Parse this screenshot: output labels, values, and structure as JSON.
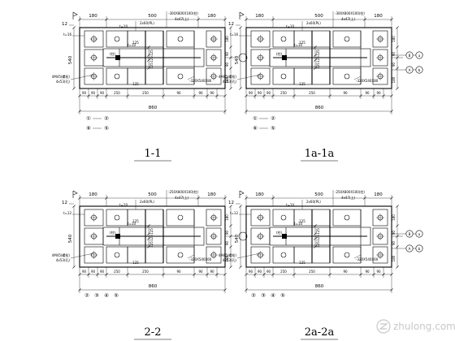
{
  "panels": [
    {
      "title": "1-1",
      "dims_top": [
        "180",
        "500",
        "180"
      ],
      "dims_bottom_detail": [
        "90",
        "90",
        "90",
        "250",
        "250",
        "90",
        "90",
        "90"
      ],
      "dim_total": "860",
      "dim_left": "540",
      "dims_right": [
        "180",
        "90",
        "90",
        "180"
      ],
      "dims_center": [
        "125",
        "125",
        "125"
      ],
      "top_elev": "12",
      "callouts": {
        "top_right": "-300X800X100(柱)",
        "top_right_b": "4x47(上)",
        "plate_mid": "2x60(PL)",
        "stiff_a": "t=10",
        "stiff_b": "t=10",
        "plate_left": "t=16",
        "web_mark": "(柱)",
        "bolt_note": "4M45(螺栓)",
        "bolt_note2": "4x53(孔)",
        "bottom_right": "-320X540X80"
      },
      "symbols_row1": [
        "①",
        "②"
      ],
      "symbols_row2": [
        "⑥",
        "⑤"
      ],
      "right_marks": []
    },
    {
      "title": "1a-1a",
      "dims_top": [
        "180",
        "500",
        "180"
      ],
      "dims_bottom_detail": [
        "90",
        "90",
        "90",
        "250",
        "250",
        "90",
        "90",
        "90"
      ],
      "dim_total": "860",
      "dim_left": "540",
      "dims_right": [
        "180",
        "90",
        "90",
        "180"
      ],
      "dims_center": [
        "125",
        "125",
        "125"
      ],
      "top_elev": "12",
      "callouts": {
        "top_right": "-300X800X100(柱)",
        "top_right_b": "4x47(上)",
        "plate_mid": "2x60(PL)",
        "stiff_a": "t=10",
        "stiff_b": "t=10",
        "plate_left": "t=16",
        "web_mark": "(柱)",
        "bolt_note": "4M45(螺栓)",
        "bolt_note2": "4x53(孔)",
        "bottom_right": "-320X540X80"
      },
      "symbols_row1": [
        "①",
        "②"
      ],
      "symbols_row2": [
        "⑥",
        "⑤"
      ],
      "right_marks": [
        [
          "B",
          "a"
        ],
        [
          "A",
          "b"
        ]
      ]
    },
    {
      "title": "2-2",
      "dims_top": [
        "180",
        "500",
        "180"
      ],
      "dims_bottom_detail": [
        "90",
        "90",
        "90",
        "250",
        "250",
        "90",
        "90",
        "90"
      ],
      "dim_total": "860",
      "dim_left": "540",
      "dims_right": [
        "180",
        "90",
        "90",
        "180"
      ],
      "dims_center": [
        "125",
        "125",
        "125"
      ],
      "top_elev": "12",
      "callouts": {
        "top_right": "-250X800X100(柱)",
        "top_right_b": "4x47(上)",
        "plate_mid": "2x60(PL)",
        "stiff_a": "t=10",
        "stiff_b": "t=10",
        "plate_left": "t=12",
        "web_mark": "(柱)",
        "bolt_note": "4M45(螺栓)",
        "bolt_note2": "4x53(孔)",
        "bottom_right": "-320X540X60"
      },
      "symbols_row1": [
        "②",
        "③",
        "④",
        "⑤"
      ],
      "symbols_row2": [],
      "right_marks": []
    },
    {
      "title": "2a-2a",
      "dims_top": [
        "180",
        "500",
        "180"
      ],
      "dims_bottom_detail": [
        "90",
        "90",
        "90",
        "250",
        "250",
        "90",
        "90",
        "90"
      ],
      "dim_total": "860",
      "dim_left": "540",
      "dims_right": [
        "180",
        "90",
        "90",
        "180"
      ],
      "dims_center": [
        "125",
        "125",
        "125"
      ],
      "top_elev": "12",
      "callouts": {
        "top_right": "-250X800X100(柱)",
        "top_right_b": "4x47(上)",
        "plate_mid": "2x60(PL)",
        "stiff_a": "t=10",
        "stiff_b": "t=10",
        "plate_left": "t=12",
        "web_mark": "(柱)",
        "bolt_note": "4M45(螺栓)",
        "bolt_note2": "4x53(孔)",
        "bottom_right": "-320X540X60"
      },
      "symbols_row1": [
        "②",
        "③",
        "④",
        "⑤"
      ],
      "symbols_row2": [],
      "right_marks": [
        [
          "B",
          "a"
        ],
        [
          "A",
          "b"
        ]
      ]
    }
  ],
  "watermark": "zhulong.com"
}
